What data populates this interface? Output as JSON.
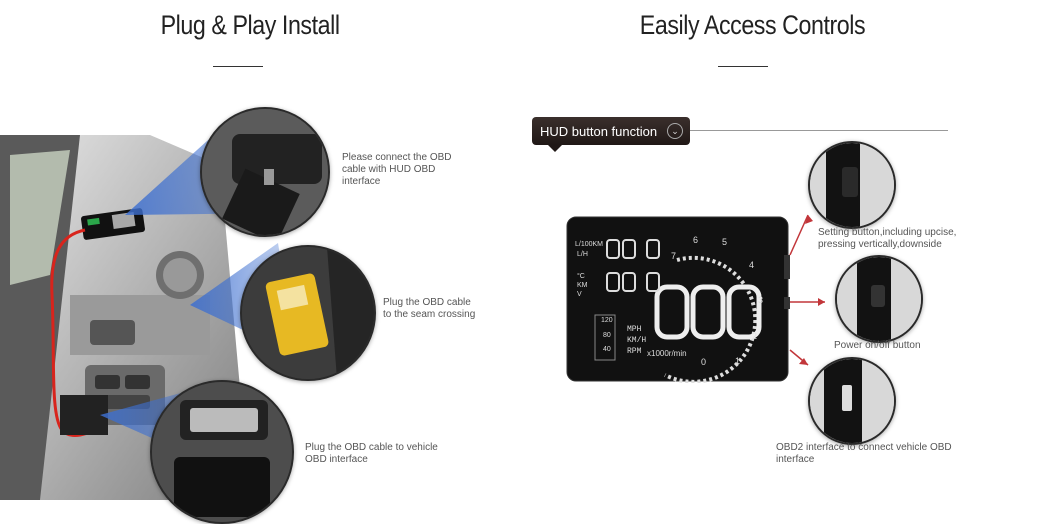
{
  "left": {
    "title": "Plug & Play Install",
    "labels": {
      "step1": "Please connect the OBD cable with HUD OBD interface",
      "step2": "Plug the OBD cable to the seam crossing",
      "step3": "Plug the OBD cable to vehicle OBD interface"
    }
  },
  "right": {
    "title": "Easily Access Controls",
    "badge": "HUD button function",
    "labels": {
      "setting": "Setting button,including upcise, pressing vertically,downside",
      "power": "Power on/off button",
      "obd2": "OBD2 interface to connect vehicle OBD interface"
    },
    "hud": {
      "speed_digits": "888",
      "units": [
        "MPH",
        "KM/H",
        "RPM"
      ],
      "rpm_unit": "x1000r/min",
      "left_readouts": [
        "L/100KM",
        "L/H"
      ],
      "left_small": [
        "120",
        "80",
        "40"
      ],
      "gauge_numbers": [
        "0",
        "1",
        "2",
        "3",
        "4",
        "5",
        "6",
        "7"
      ],
      "side_codes": [
        "°C",
        "KM",
        "V"
      ]
    }
  },
  "colors": {
    "blue_beam": "#4a78c9",
    "red_cable": "#d8241c",
    "hud_body": "#111111"
  }
}
